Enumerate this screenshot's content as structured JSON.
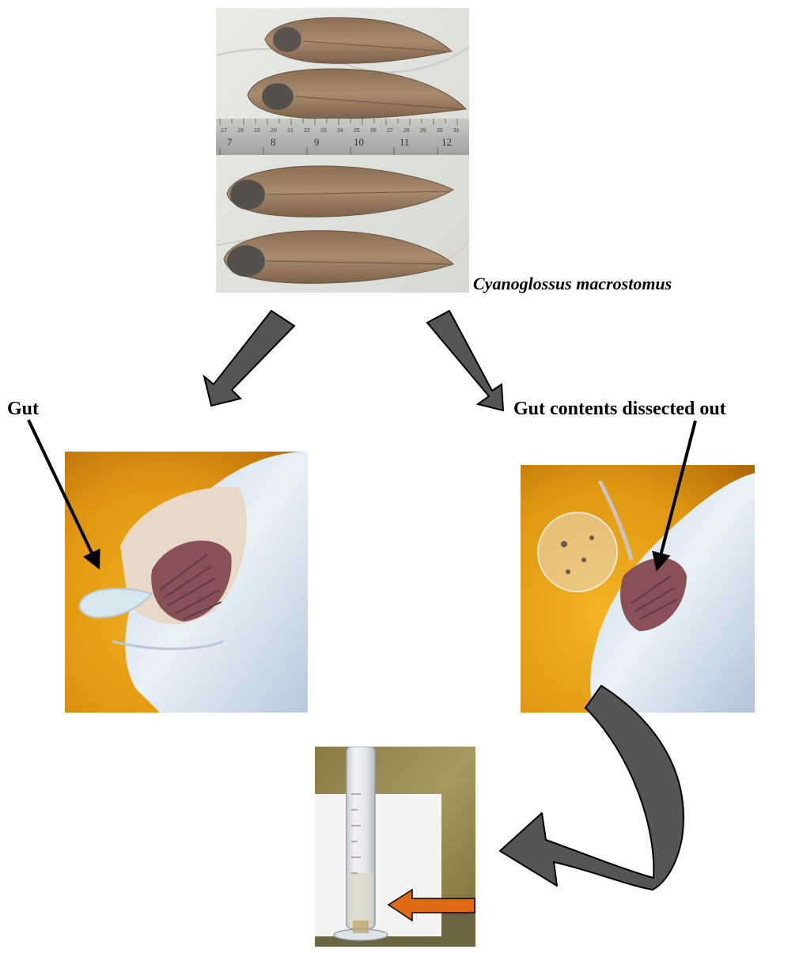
{
  "species_label": "Cyanoglossus macrostomus",
  "gut_label": "Gut",
  "gut_contents_label": "Gut contents dissected out",
  "ruler": {
    "big_numbers": [
      "7",
      "8",
      "9",
      "10",
      "11",
      "12"
    ],
    "small_numbers": [
      "17",
      "18",
      "19",
      "20",
      "21",
      "22",
      "23",
      "24",
      "25",
      "26",
      "27",
      "28",
      "29",
      "30",
      "31"
    ]
  },
  "colors": {
    "flow_arrow": "#555555",
    "orange_arrow": "#e06a12",
    "tray_orange": "#e29a12",
    "fish_skin": "#a08468"
  },
  "icons": [
    "flow-arrow",
    "curved-flow-arrow",
    "pointer-arrow",
    "orange-arrow"
  ]
}
